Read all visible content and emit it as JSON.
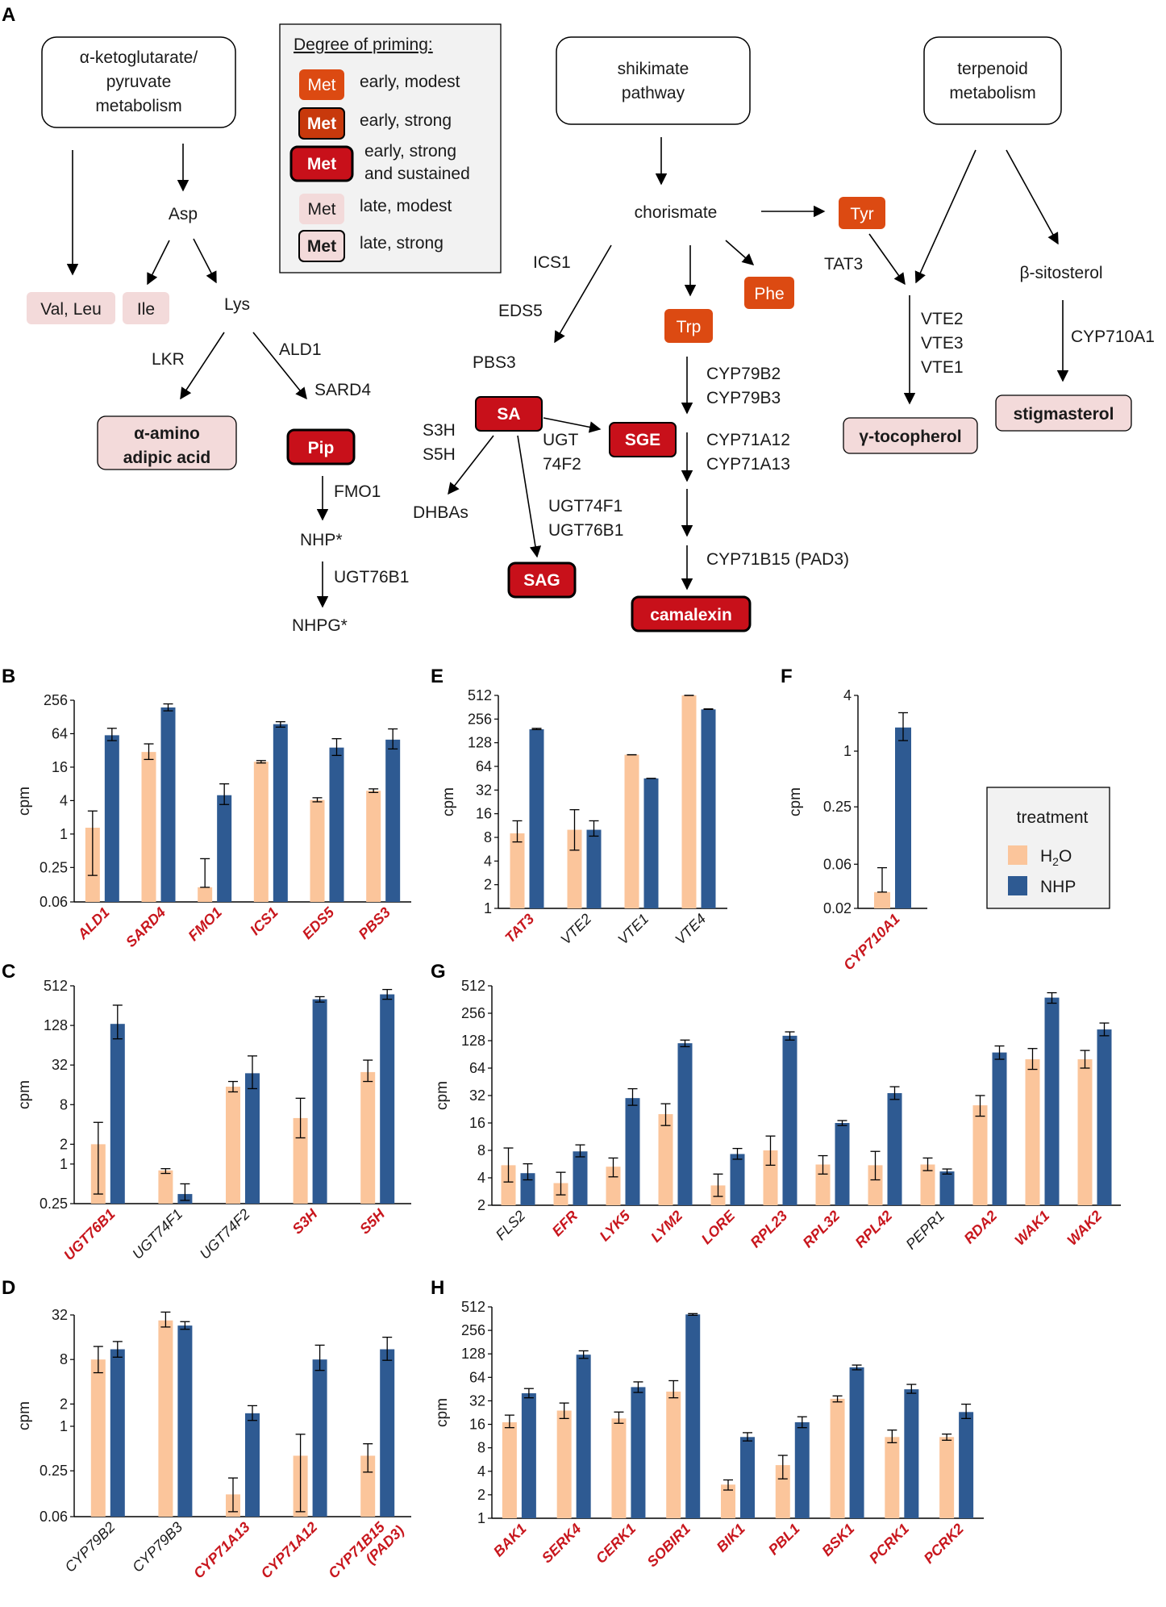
{
  "colors": {
    "h2o": "#fbc59b",
    "nhp": "#2e5a92",
    "early_modest": "#dc4a12",
    "early_strong": "#c8390c",
    "sustained": "#c8101a",
    "late": "#f3dada",
    "red_label": "#c8161d"
  },
  "panel_letters": [
    "A",
    "B",
    "C",
    "D",
    "E",
    "F",
    "G",
    "H"
  ],
  "legend_priming": {
    "title": "Degree of priming:",
    "items": [
      {
        "badge": "Met",
        "style": "early_modest",
        "label": "early, modest"
      },
      {
        "badge": "Met",
        "style": "early_strong",
        "label": "early, strong"
      },
      {
        "badge": "Met",
        "style": "sustained",
        "label_line1": "early, strong",
        "label_line2": "and sustained"
      },
      {
        "badge": "Met",
        "style": "late_modest",
        "label": "late, modest"
      },
      {
        "badge": "Met",
        "style": "late_strong",
        "label": "late, strong"
      }
    ]
  },
  "pathway": {
    "boxes": {
      "akg": [
        "α-ketoglutarate/",
        "pyruvate",
        "metabolism"
      ],
      "shikimate": [
        "shikimate",
        "pathway"
      ],
      "terpenoid": [
        "terpenoid",
        "metabolism"
      ]
    },
    "metabolites": {
      "asp": "Asp",
      "lys": "Lys",
      "val_leu": "Val, Leu",
      "ile": "Ile",
      "aaa_line1": "α-amino",
      "aaa_line2": "adipic acid",
      "pip": "Pip",
      "nhp": "NHP*",
      "nhpg": "NHPG*",
      "chorismate": "chorismate",
      "tyr": "Tyr",
      "phe": "Phe",
      "trp": "Trp",
      "sa": "SA",
      "sge": "SGE",
      "sag": "SAG",
      "dhbas": "DHBAs",
      "camalexin": "camalexin",
      "sitosterol": "β-sitosterol",
      "tocopherol": "γ-tocopherol",
      "stigmasterol": "stigmasterol"
    },
    "enzymes": {
      "lkr": "LKR",
      "ald1": "ALD1",
      "sard4": "SARD4",
      "fmo1": "FMO1",
      "ugt76b1": "UGT76B1",
      "ics1": "ICS1",
      "eds5": "EDS5",
      "pbs3": "PBS3",
      "s3h": "S3H",
      "s5h": "S5H",
      "ugt": "UGT",
      "f74f2": "74F2",
      "ugt74f1": "UGT74F1",
      "ugt76b1b": "UGT76B1",
      "cyp79b2": "CYP79B2",
      "cyp79b3": "CYP79B3",
      "cyp71a12": "CYP71A12",
      "cyp71a13": "CYP71A13",
      "cyp71b15": "CYP71B15 (PAD3)",
      "tat3": "TAT3",
      "vte2": "VTE2",
      "vte3": "VTE3",
      "vte1": "VTE1",
      "cyp710a1": "CYP710A1"
    }
  },
  "treatment_legend": {
    "title": "treatment",
    "items": [
      {
        "name": "H2O",
        "main": "H",
        "sub": "2",
        "post": "O",
        "color": "h2o"
      },
      {
        "name": "NHP",
        "main": "NHP",
        "color": "nhp"
      }
    ]
  },
  "chart_data": [
    {
      "panel": "B",
      "type": "bar",
      "ylabel": "cpm",
      "yscale": "log2",
      "yticks": [
        0.06,
        0.25,
        1,
        4,
        16,
        64,
        256
      ],
      "categories": [
        "ALD1",
        "SARD4",
        "FMO1",
        "ICS1",
        "EDS5",
        "PBS3"
      ],
      "red": [
        true,
        true,
        true,
        true,
        true,
        true
      ],
      "series": [
        {
          "name": "H2O",
          "values": [
            1.3,
            30,
            0.11,
            20,
            4.1,
            6
          ],
          "err": [
            2.6,
            42,
            0.36,
            21,
            4.5,
            6.5
          ],
          "errlow": [
            0.18,
            22,
            0.11,
            19,
            3.8,
            5.6
          ]
        },
        {
          "name": "NHP",
          "values": [
            60,
            190,
            5,
            95,
            36,
            50
          ],
          "err": [
            80,
            220,
            8,
            105,
            52,
            78
          ],
          "errlow": [
            48,
            165,
            3.4,
            84,
            26,
            34
          ]
        }
      ]
    },
    {
      "panel": "C",
      "type": "bar",
      "ylabel": "cpm",
      "yscale": "log2",
      "yticks": [
        0.25,
        1,
        2,
        8,
        32,
        128,
        512
      ],
      "categories": [
        "UGT76B1",
        "UGT74F1",
        "UGT74F2",
        "S3H",
        "S5H"
      ],
      "red": [
        true,
        false,
        false,
        true,
        true
      ],
      "series": [
        {
          "name": "H2O",
          "values": [
            2,
            0.8,
            15,
            5,
            25
          ],
          "err": [
            4.3,
            0.85,
            18,
            10,
            38
          ],
          "errlow": [
            0.35,
            0.72,
            12.5,
            2.5,
            18
          ]
        },
        {
          "name": "NHP",
          "values": [
            135,
            0.35,
            24,
            320,
            380
          ],
          "err": [
            260,
            0.5,
            44,
            350,
            450
          ],
          "errlow": [
            80,
            0.28,
            14,
            290,
            320
          ]
        }
      ]
    },
    {
      "panel": "D",
      "type": "bar",
      "ylabel": "cpm",
      "yscale": "log2",
      "yticks": [
        0.06,
        0.25,
        1,
        2,
        8,
        32
      ],
      "categories": [
        "CYP79B2",
        "CYP79B3",
        "CYP71A13",
        "CYP71A12",
        "CYP71B15 (PAD3)"
      ],
      "red": [
        false,
        false,
        true,
        true,
        true
      ],
      "series": [
        {
          "name": "H2O",
          "values": [
            8,
            27,
            0.12,
            0.4,
            0.4
          ],
          "err": [
            12,
            35,
            0.2,
            0.78,
            0.58
          ],
          "errlow": [
            5.3,
            22,
            0.07,
            0.07,
            0.24
          ]
        },
        {
          "name": "NHP",
          "values": [
            11,
            23,
            1.5,
            8,
            11
          ],
          "err": [
            14,
            26,
            1.9,
            12.5,
            16
          ],
          "errlow": [
            8.6,
            20.5,
            1.2,
            5.7,
            7.8
          ]
        }
      ]
    },
    {
      "panel": "E",
      "type": "bar",
      "ylabel": "cpm",
      "yscale": "log2",
      "yticks": [
        1,
        2,
        4,
        8,
        16,
        32,
        64,
        128,
        256,
        512
      ],
      "categories": [
        "TAT3",
        "VTE2",
        "VTE1",
        "VTE4"
      ],
      "red": [
        true,
        false,
        false,
        false
      ],
      "series": [
        {
          "name": "H2O",
          "values": [
            9,
            10,
            90,
            512
          ],
          "err": [
            13,
            18,
            90,
            512
          ],
          "errlow": [
            7,
            5.5,
            90,
            512
          ]
        },
        {
          "name": "NHP",
          "values": [
            190,
            10,
            45,
            340
          ],
          "err": [
            195,
            13,
            45,
            345
          ],
          "errlow": [
            188,
            8.3,
            45,
            340
          ]
        }
      ]
    },
    {
      "panel": "F",
      "type": "bar",
      "ylabel": "cpm",
      "yscale": "log2",
      "yticks": [
        0.02,
        0.06,
        0.25,
        1,
        4
      ],
      "categories": [
        "CYP710A1"
      ],
      "red": [
        true
      ],
      "series": [
        {
          "name": "H2O",
          "values": [
            0.03
          ],
          "err": [
            0.055
          ],
          "errlow": [
            0.03
          ]
        },
        {
          "name": "NHP",
          "values": [
            1.8
          ],
          "err": [
            2.6
          ],
          "errlow": [
            1.3
          ]
        }
      ]
    },
    {
      "panel": "G",
      "type": "bar",
      "ylabel": "cpm",
      "yscale": "log2",
      "yticks": [
        2,
        4,
        8,
        16,
        32,
        64,
        128,
        256,
        512
      ],
      "categories": [
        "FLS2",
        "EFR",
        "LYK5",
        "LYM2",
        "LORE",
        "RPL23",
        "RPL32",
        "RPL42",
        "PEPR1",
        "RDA2",
        "WAK1",
        "WAK2"
      ],
      "red": [
        false,
        true,
        true,
        true,
        true,
        true,
        true,
        true,
        false,
        true,
        true,
        true
      ],
      "series": [
        {
          "name": "H2O",
          "values": [
            5.5,
            3.5,
            5.3,
            20,
            3.3,
            8,
            5.6,
            5.5,
            5.6,
            25,
            80,
            80
          ],
          "err": [
            8.5,
            4.6,
            6.6,
            26,
            4.4,
            11.5,
            7,
            7.8,
            6.6,
            32,
            105,
            100
          ],
          "errlow": [
            3.6,
            2.6,
            4.1,
            15,
            2.5,
            5.5,
            4.4,
            3.8,
            4.8,
            19,
            62,
            64
          ]
        },
        {
          "name": "NHP",
          "values": [
            4.5,
            7.8,
            30,
            120,
            7.3,
            145,
            16,
            34,
            4.7,
            95,
            380,
            170
          ],
          "err": [
            5.7,
            9.2,
            38,
            130,
            8.4,
            160,
            17,
            40,
            5,
            112,
            430,
            200
          ],
          "errlow": [
            3.8,
            6.8,
            25,
            110,
            6.4,
            130,
            15,
            29,
            4.4,
            80,
            330,
            145
          ]
        }
      ]
    },
    {
      "panel": "H",
      "type": "bar",
      "ylabel": "cpm",
      "yscale": "log2",
      "yticks": [
        1,
        2,
        4,
        8,
        16,
        32,
        64,
        128,
        256,
        512
      ],
      "categories": [
        "BAK1",
        "SERK4",
        "CERK1",
        "SOBIR1",
        "BIK1",
        "PBL1",
        "BSK1",
        "PCRK1",
        "PCRK2"
      ],
      "red": [
        true,
        true,
        true,
        true,
        true,
        true,
        true,
        true,
        true
      ],
      "series": [
        {
          "name": "H2O",
          "values": [
            17,
            24,
            19,
            42,
            2.7,
            4.8,
            34,
            11,
            11
          ],
          "err": [
            21,
            30,
            23,
            58,
            3.1,
            6.4,
            37,
            13.5,
            12
          ],
          "errlow": [
            14.5,
            19,
            16.5,
            35,
            2.3,
            3.2,
            31,
            9.3,
            10
          ]
        },
        {
          "name": "NHP",
          "values": [
            40,
            125,
            48,
            410,
            11,
            17,
            86,
            45,
            23
          ],
          "err": [
            46,
            140,
            56,
            420,
            12.5,
            20,
            92,
            52,
            29
          ],
          "errlow": [
            35,
            112,
            41,
            400,
            9.8,
            14.5,
            80,
            40,
            19
          ]
        }
      ]
    }
  ]
}
